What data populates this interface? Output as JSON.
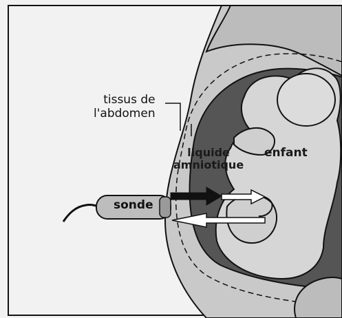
{
  "labels": {
    "tissus_line1": "tissus de",
    "tissus_line2": "l'abdomen",
    "liquide_line1": "liquide",
    "liquide_line2": "amniotique",
    "enfant": "enfant",
    "sonde": "sonde"
  },
  "colors": {
    "background": "#f2f2f2",
    "abdomen": "#c9c9c9",
    "amniotic": "#555555",
    "baby": "#d6d6d6",
    "probe": "#bdbdbd",
    "arrow_out": "#111111",
    "arrow_back": "#ffffff"
  }
}
